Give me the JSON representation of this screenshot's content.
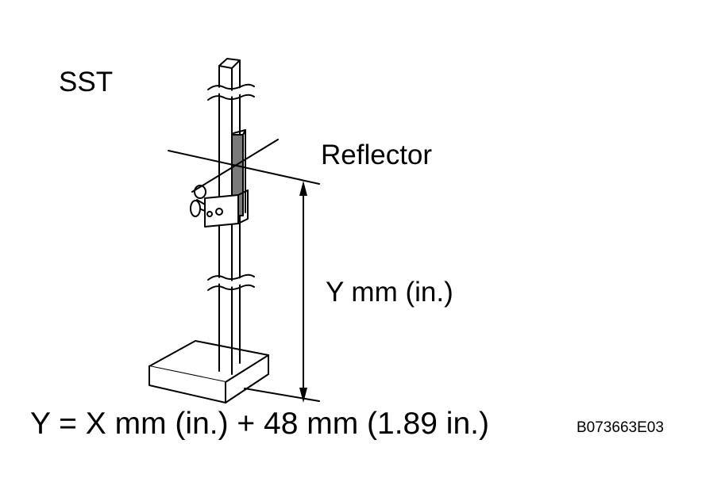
{
  "labels": {
    "tool": "SST",
    "reflector": "Reflector",
    "dimension": "Y mm (in.)",
    "formula": "Y = X mm (in.) + 48 mm (1.89 in.)",
    "figure_code": "B073663E03"
  },
  "colors": {
    "line": "#000000",
    "reflector_fill": "#7a7a7a",
    "background": "#ffffff"
  }
}
